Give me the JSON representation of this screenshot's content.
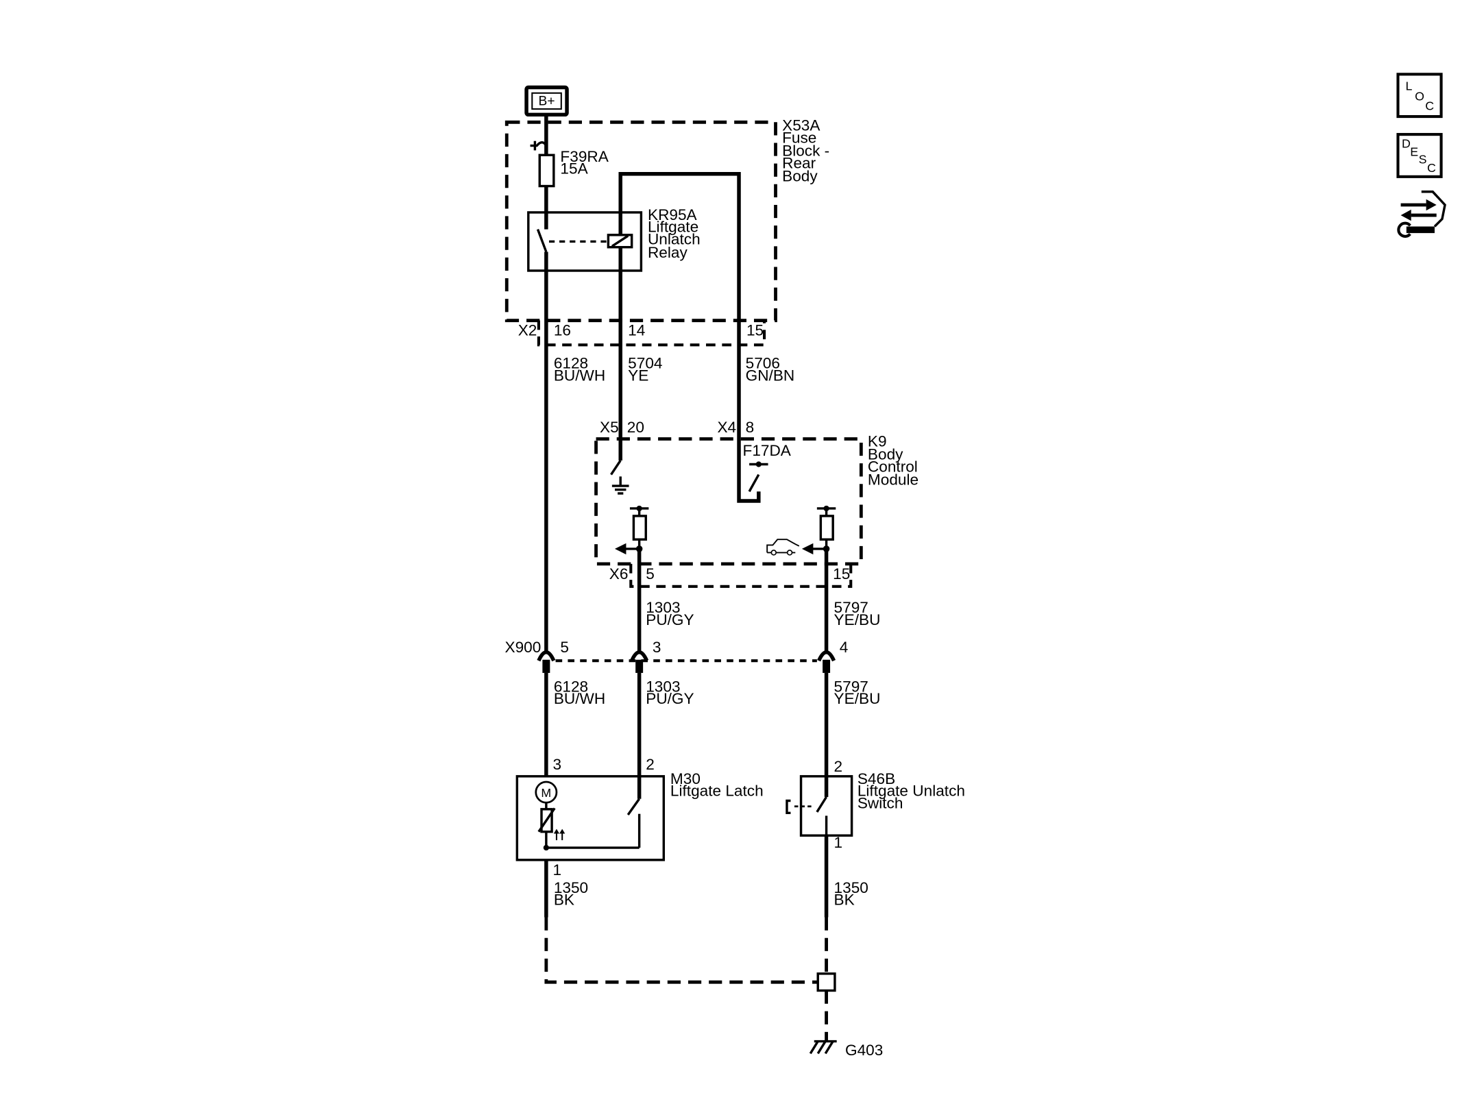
{
  "power": {
    "label": "B+"
  },
  "fuse_block": {
    "ref": "X53A",
    "name_lines": [
      "Fuse",
      "Block -",
      "Rear",
      "Body"
    ],
    "connector": "X2",
    "pins": [
      "16",
      "14",
      "15"
    ]
  },
  "fuse": {
    "ref": "F39RA",
    "rating": "15A"
  },
  "relay": {
    "ref": "KR95A",
    "name_lines": [
      "Liftgate",
      "Unlatch",
      "Relay"
    ]
  },
  "wires": {
    "w6128_upper": {
      "circuit": "6128",
      "color": "BU/WH"
    },
    "w5704": {
      "circuit": "5704",
      "color": "YE"
    },
    "w5706": {
      "circuit": "5706",
      "color": "GN/BN"
    },
    "w1303_upper": {
      "circuit": "1303",
      "color": "PU/GY"
    },
    "w5797_upper": {
      "circuit": "5797",
      "color": "YE/BU"
    },
    "w6128_lower": {
      "circuit": "6128",
      "color": "BU/WH"
    },
    "w1303_lower": {
      "circuit": "1303",
      "color": "PU/GY"
    },
    "w5797_lower": {
      "circuit": "5797",
      "color": "YE/BU"
    },
    "w1350_left": {
      "circuit": "1350",
      "color": "BK"
    },
    "w1350_right": {
      "circuit": "1350",
      "color": "BK"
    }
  },
  "bcm": {
    "ref": "K9",
    "name_lines": [
      "Body",
      "Control",
      "Module"
    ],
    "fuse_ref": "F17DA",
    "connectors": {
      "x5": {
        "name": "X5",
        "pin": "20"
      },
      "x4": {
        "name": "X4",
        "pin": "8"
      },
      "x6": {
        "name": "X6",
        "pins": [
          "5",
          "15"
        ]
      }
    }
  },
  "inline_connector": {
    "ref": "X900",
    "pins": [
      "5",
      "3",
      "4"
    ]
  },
  "latch": {
    "ref": "M30",
    "name": "Liftgate Latch",
    "pins": [
      "3",
      "2",
      "1"
    ],
    "motor_label": "M"
  },
  "switch": {
    "ref": "S46B",
    "name_lines": [
      "Liftgate Unlatch",
      "Switch"
    ],
    "pins": [
      "2",
      "1"
    ]
  },
  "ground": {
    "ref": "G403"
  },
  "side_icons": {
    "loc": {
      "letters": [
        "L",
        "O",
        "C"
      ]
    },
    "desc": {
      "letters": [
        "D",
        "E",
        "S",
        "C"
      ]
    },
    "service": {
      "icon": "arrows-wrench-icon"
    }
  }
}
